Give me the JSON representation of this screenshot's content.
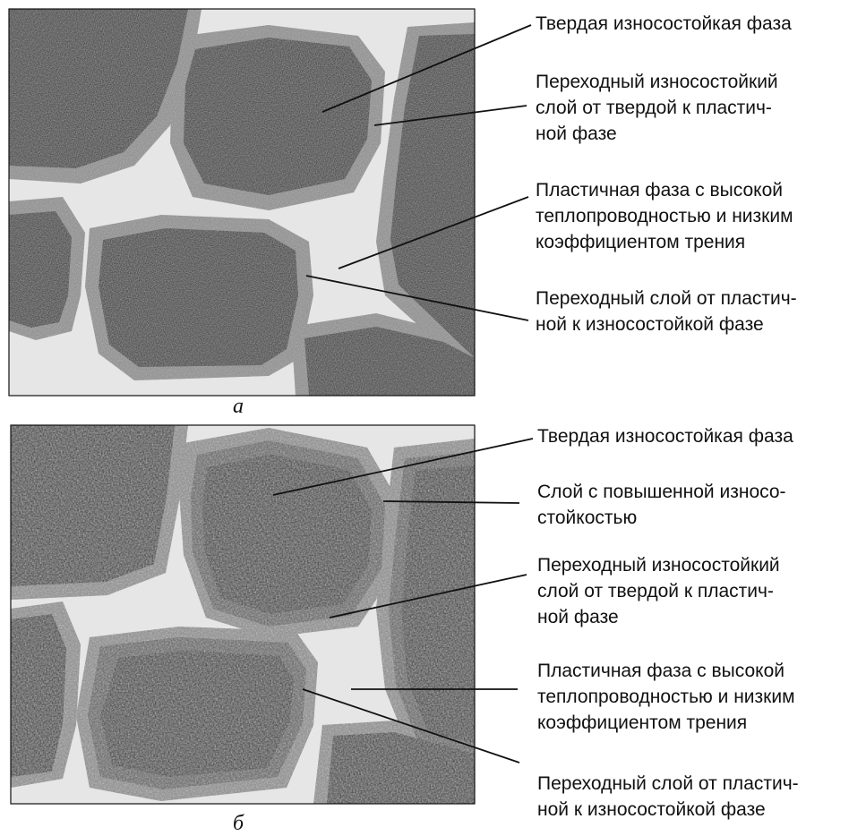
{
  "panels": [
    {
      "caption": "а",
      "labels": [
        {
          "lines": [
            "Твердая износостойкая фаза"
          ]
        },
        {
          "lines": [
            "Переходный износостойкий",
            "слой от твердой к пластич-",
            "ной фазе"
          ]
        },
        {
          "lines": [
            "Пластичная фаза с высокой",
            "теплопроводностью и низким",
            "коэффициентом трения"
          ]
        },
        {
          "lines": [
            "Переходный слой от пластич-",
            "ной к износостойкой фазе"
          ]
        }
      ]
    },
    {
      "caption": "б",
      "labels": [
        {
          "lines": [
            "Твердая износостойкая фаза"
          ]
        },
        {
          "lines": [
            "Слой с повышенной износо-",
            "стойкостью"
          ]
        },
        {
          "lines": [
            "Переходный износостойкий",
            "слой от твердой к пластич-",
            "ной фазе"
          ]
        },
        {
          "lines": [
            "Пластичная фаза с высокой",
            "теплопроводностью и низким",
            "коэффициентом трения"
          ]
        },
        {
          "lines": [
            "Переходный слой от пластич-",
            "ной к износостойкой фазе"
          ]
        }
      ]
    }
  ],
  "colors": {
    "grain": "#2b2b2b",
    "binder": "#e6e6e6",
    "transition_layer": "#8c8c8c",
    "wear_layer": "#5a5a5a",
    "ink": "#111111"
  }
}
